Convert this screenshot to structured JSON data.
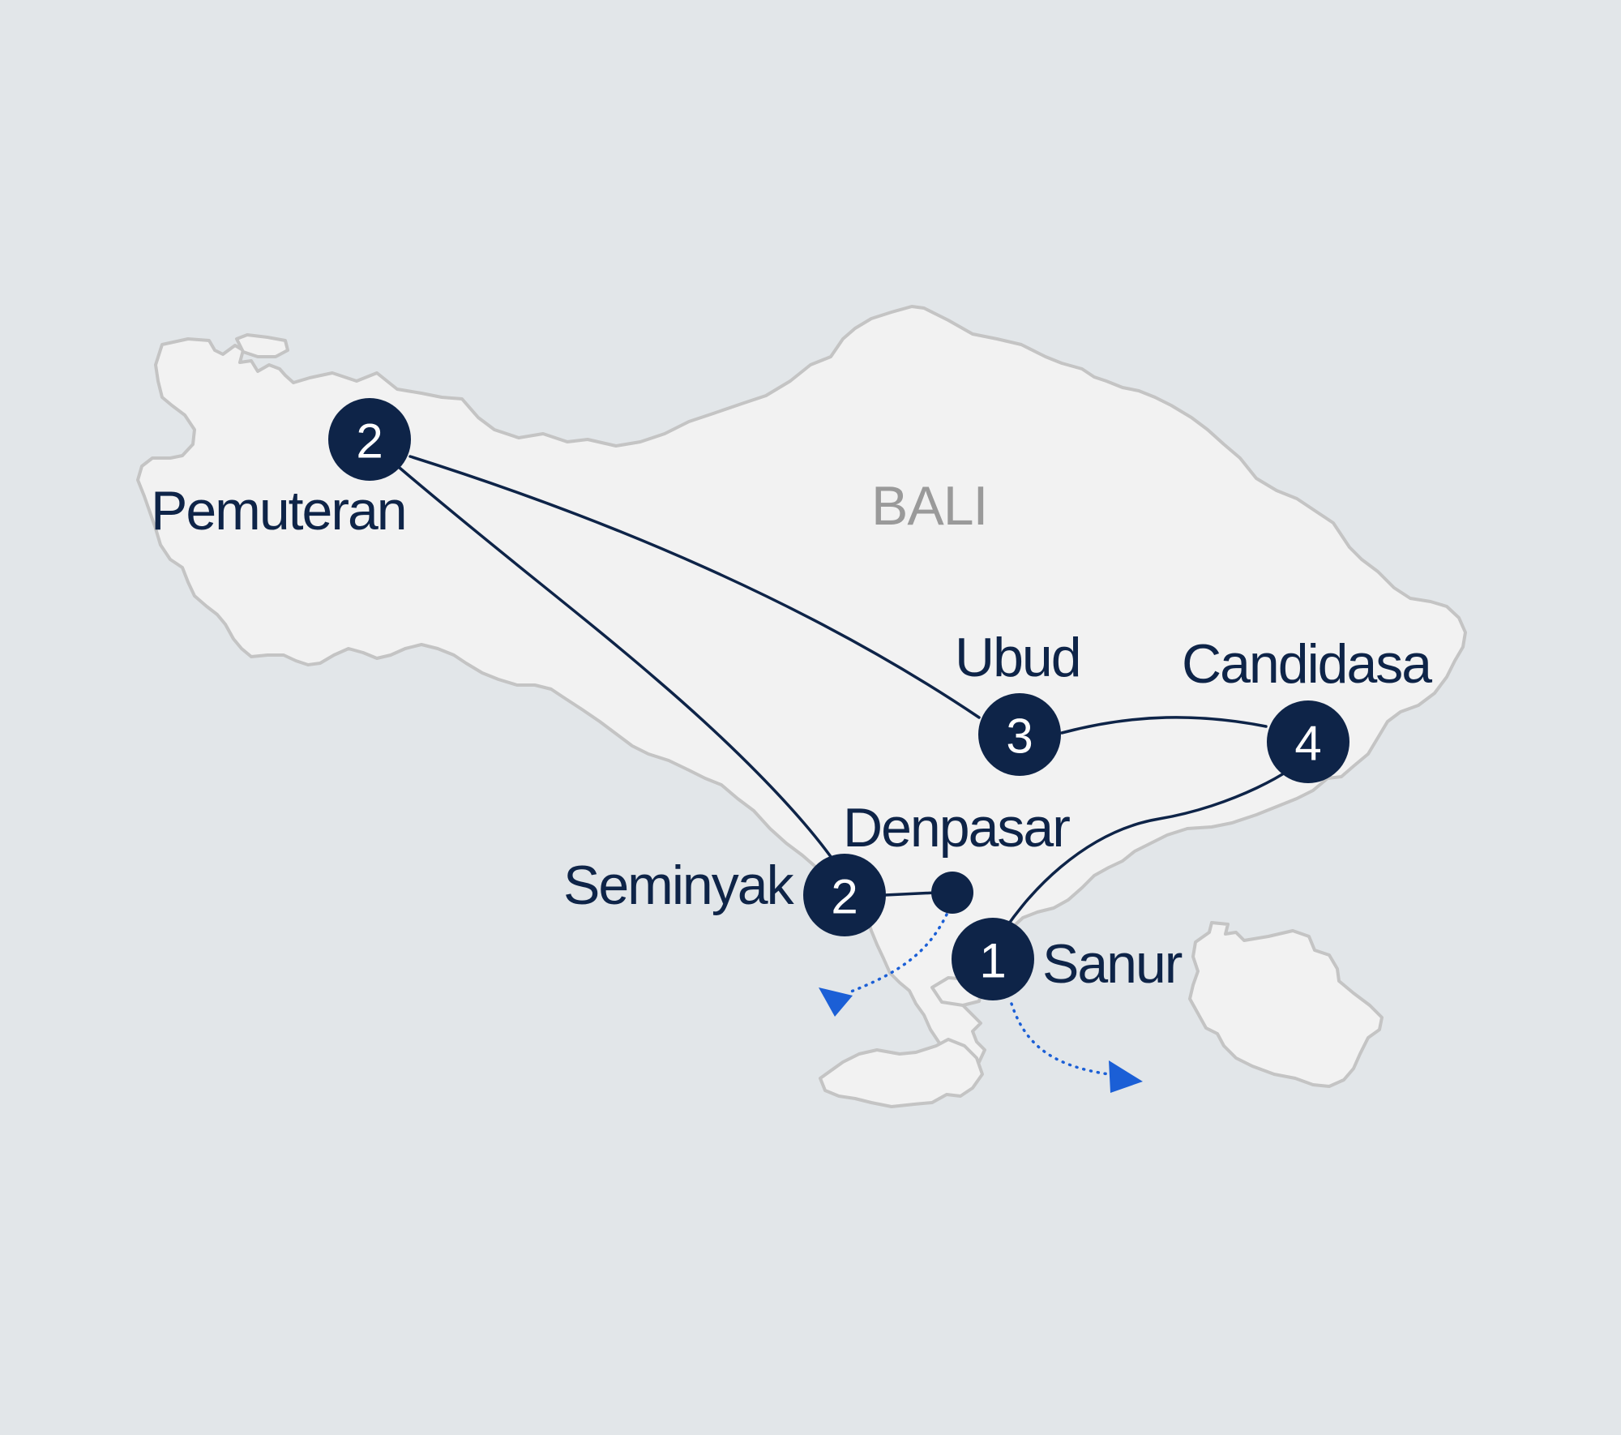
{
  "region": {
    "name": "BALI"
  },
  "colors": {
    "background": "#e2e6e9",
    "land": "#f2f2f2",
    "coastline": "#c4c4c4",
    "route": "#0e2448",
    "flight": "#1b5fd6",
    "label": "#0e2448",
    "region_label": "#9a9a9a"
  },
  "stops": [
    {
      "id": "sanur",
      "label": "Sanur",
      "nights": "1"
    },
    {
      "id": "seminyak",
      "label": "Seminyak",
      "nights": "2"
    },
    {
      "id": "pemuteran",
      "label": "Pemuteran",
      "nights": "2"
    },
    {
      "id": "ubud",
      "label": "Ubud",
      "nights": "3"
    },
    {
      "id": "candidasa",
      "label": "Candidasa",
      "nights": "4"
    }
  ],
  "points": [
    {
      "id": "denpasar",
      "label": "Denpasar",
      "type": "airport"
    }
  ],
  "routes": [
    {
      "from": "sanur",
      "to": "candidasa",
      "style": "ground"
    },
    {
      "from": "candidasa",
      "to": "ubud",
      "style": "ground"
    },
    {
      "from": "ubud",
      "to": "pemuteran",
      "style": "ground"
    },
    {
      "from": "pemuteran",
      "to": "seminyak",
      "style": "ground"
    },
    {
      "from": "seminyak",
      "to": "denpasar",
      "style": "ground"
    },
    {
      "from": "denpasar",
      "to": "offmap",
      "style": "flight"
    },
    {
      "from": "sanur",
      "to": "offmap",
      "style": "flight"
    }
  ]
}
